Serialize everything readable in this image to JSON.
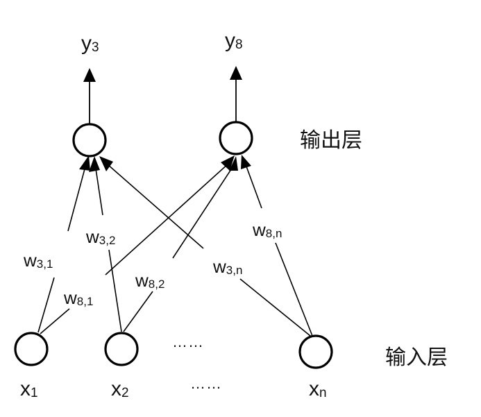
{
  "title": "Single-layer neural network: input layer to output layer",
  "layers": {
    "output_label": "输出层",
    "input_label": "输入层"
  },
  "outputs": [
    {
      "var": "y",
      "sub": "3"
    },
    {
      "var": "y",
      "sub": "8"
    }
  ],
  "inputs": [
    {
      "var": "x",
      "sub": "1"
    },
    {
      "var": "x",
      "sub": "2"
    },
    {
      "var": "x",
      "sub": "n"
    }
  ],
  "ellipsis": {
    "nodes": "……",
    "labels": "……"
  },
  "weights": [
    {
      "var": "w",
      "sub": "3,1"
    },
    {
      "var": "w",
      "sub": "3,2"
    },
    {
      "var": "w",
      "sub": "8,1"
    },
    {
      "var": "w",
      "sub": "8,2"
    },
    {
      "var": "w",
      "sub": "3,n"
    },
    {
      "var": "w",
      "sub": "8,n"
    }
  ],
  "colors": {
    "stroke": "#000000",
    "text": "#111111",
    "background": "#ffffff"
  }
}
